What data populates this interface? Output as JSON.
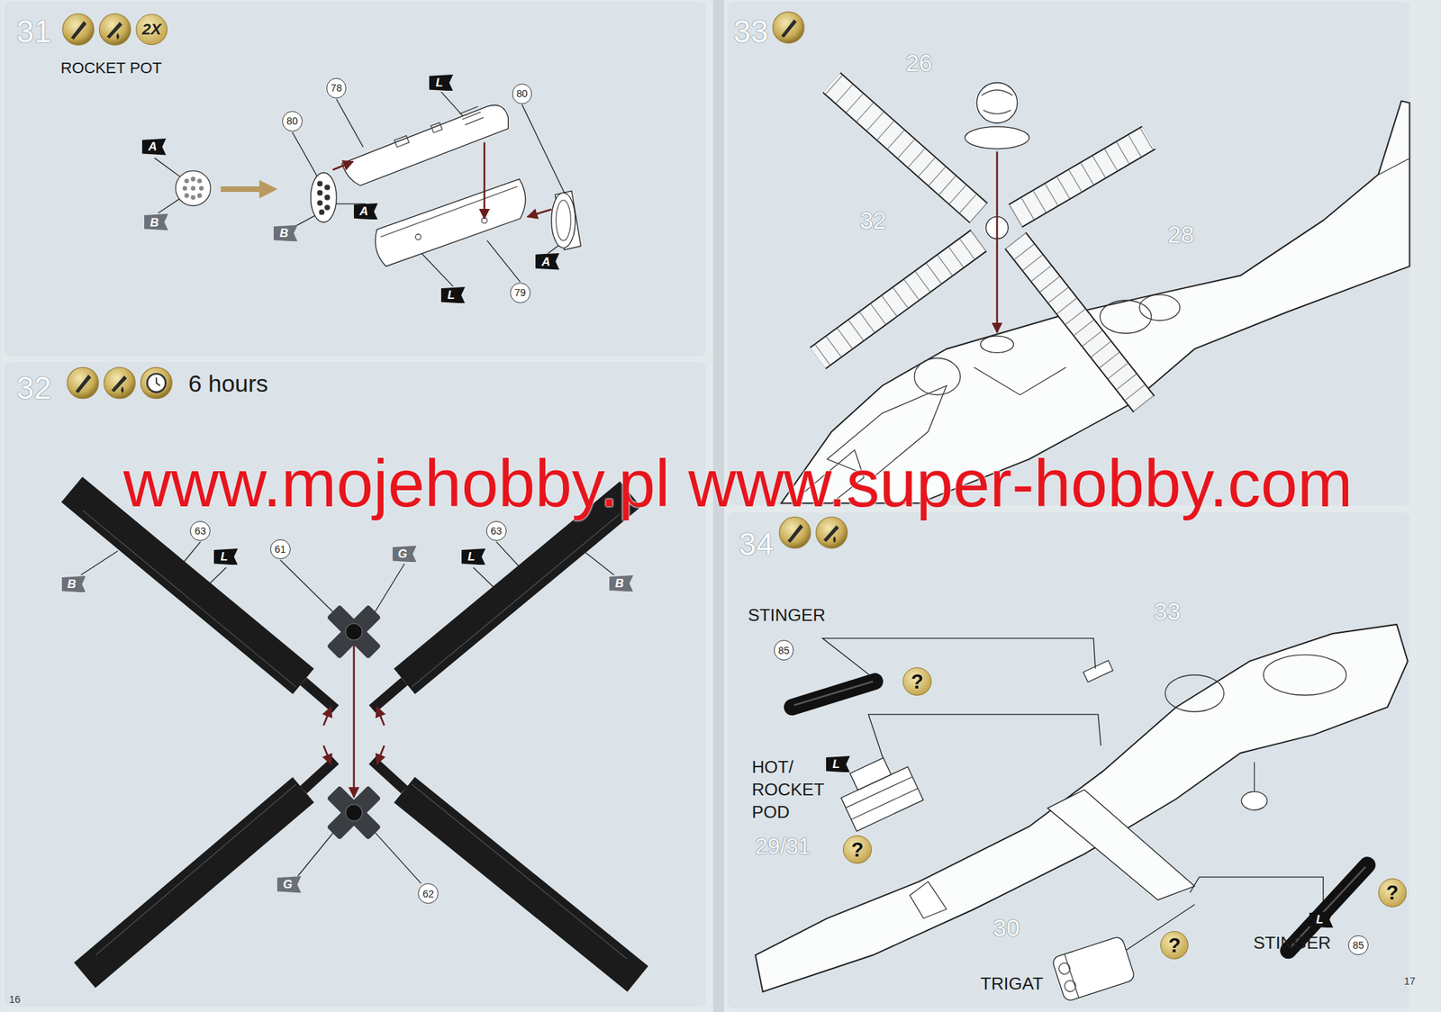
{
  "diagram": {
    "nodes": [
      {
        "text": [
          "31",
          "ROCKET POT"
        ]
      },
      {
        "text": [
          "2X"
        ],
        "in": 0
      },
      {
        "text": [
          "A"
        ],
        "in": 0
      },
      {
        "text": [
          "B"
        ],
        "in": 0
      },
      {
        "text": [
          "78"
        ],
        "in": 0
      },
      {
        "text": [
          "L"
        ],
        "in": 0
      },
      {
        "text": [
          "80"
        ],
        "in": 0
      },
      {
        "text": [
          "80"
        ],
        "in": 0
      },
      {
        "text": [
          "A"
        ],
        "in": 0
      },
      {
        "text": [
          "B"
        ],
        "in": 0
      },
      {
        "text": [
          "A"
        ],
        "in": 0
      },
      {
        "text": [
          "L"
        ],
        "in": 0
      },
      {
        "text": [
          "79"
        ],
        "in": 0
      },
      {
        "text": [
          "32",
          "6 hours"
        ]
      },
      {
        "text": [
          "63"
        ],
        "in": 13
      },
      {
        "text": [
          "63"
        ],
        "in": 13
      },
      {
        "text": [
          "L"
        ],
        "in": 13
      },
      {
        "text": [
          "L"
        ],
        "in": 13
      },
      {
        "text": [
          "61"
        ],
        "in": 13
      },
      {
        "text": [
          "G"
        ],
        "in": 13
      },
      {
        "text": [
          "B"
        ],
        "in": 13
      },
      {
        "text": [
          "B"
        ],
        "in": 13
      },
      {
        "text": [
          "G"
        ],
        "in": 13
      },
      {
        "text": [
          "62"
        ],
        "in": 13
      },
      {
        "text": [
          "33"
        ]
      },
      {
        "text": [
          "34"
        ]
      },
      {
        "text": [
          "85"
        ],
        "in": 25
      },
      {
        "text": [
          "?"
        ],
        "in": 25
      },
      {
        "text": [
          "L"
        ],
        "in": 25
      },
      {
        "text": [
          "?"
        ],
        "in": 25
      },
      {
        "text": [
          "?"
        ],
        "in": 25
      },
      {
        "text": [
          "L"
        ],
        "in": 25
      },
      {
        "text": [
          "?"
        ],
        "in": 25
      },
      {
        "text": [
          "85"
        ],
        "in": 25
      }
    ],
    "labels": [
      "www.mojehobby.pl www.super-hobby.com",
      "STINGER",
      "HOT/ ROCKET POD",
      "29/31",
      "TRIGAT",
      "STINGER",
      "26",
      "32",
      "28",
      "33",
      "30",
      "16",
      "17"
    ]
  }
}
